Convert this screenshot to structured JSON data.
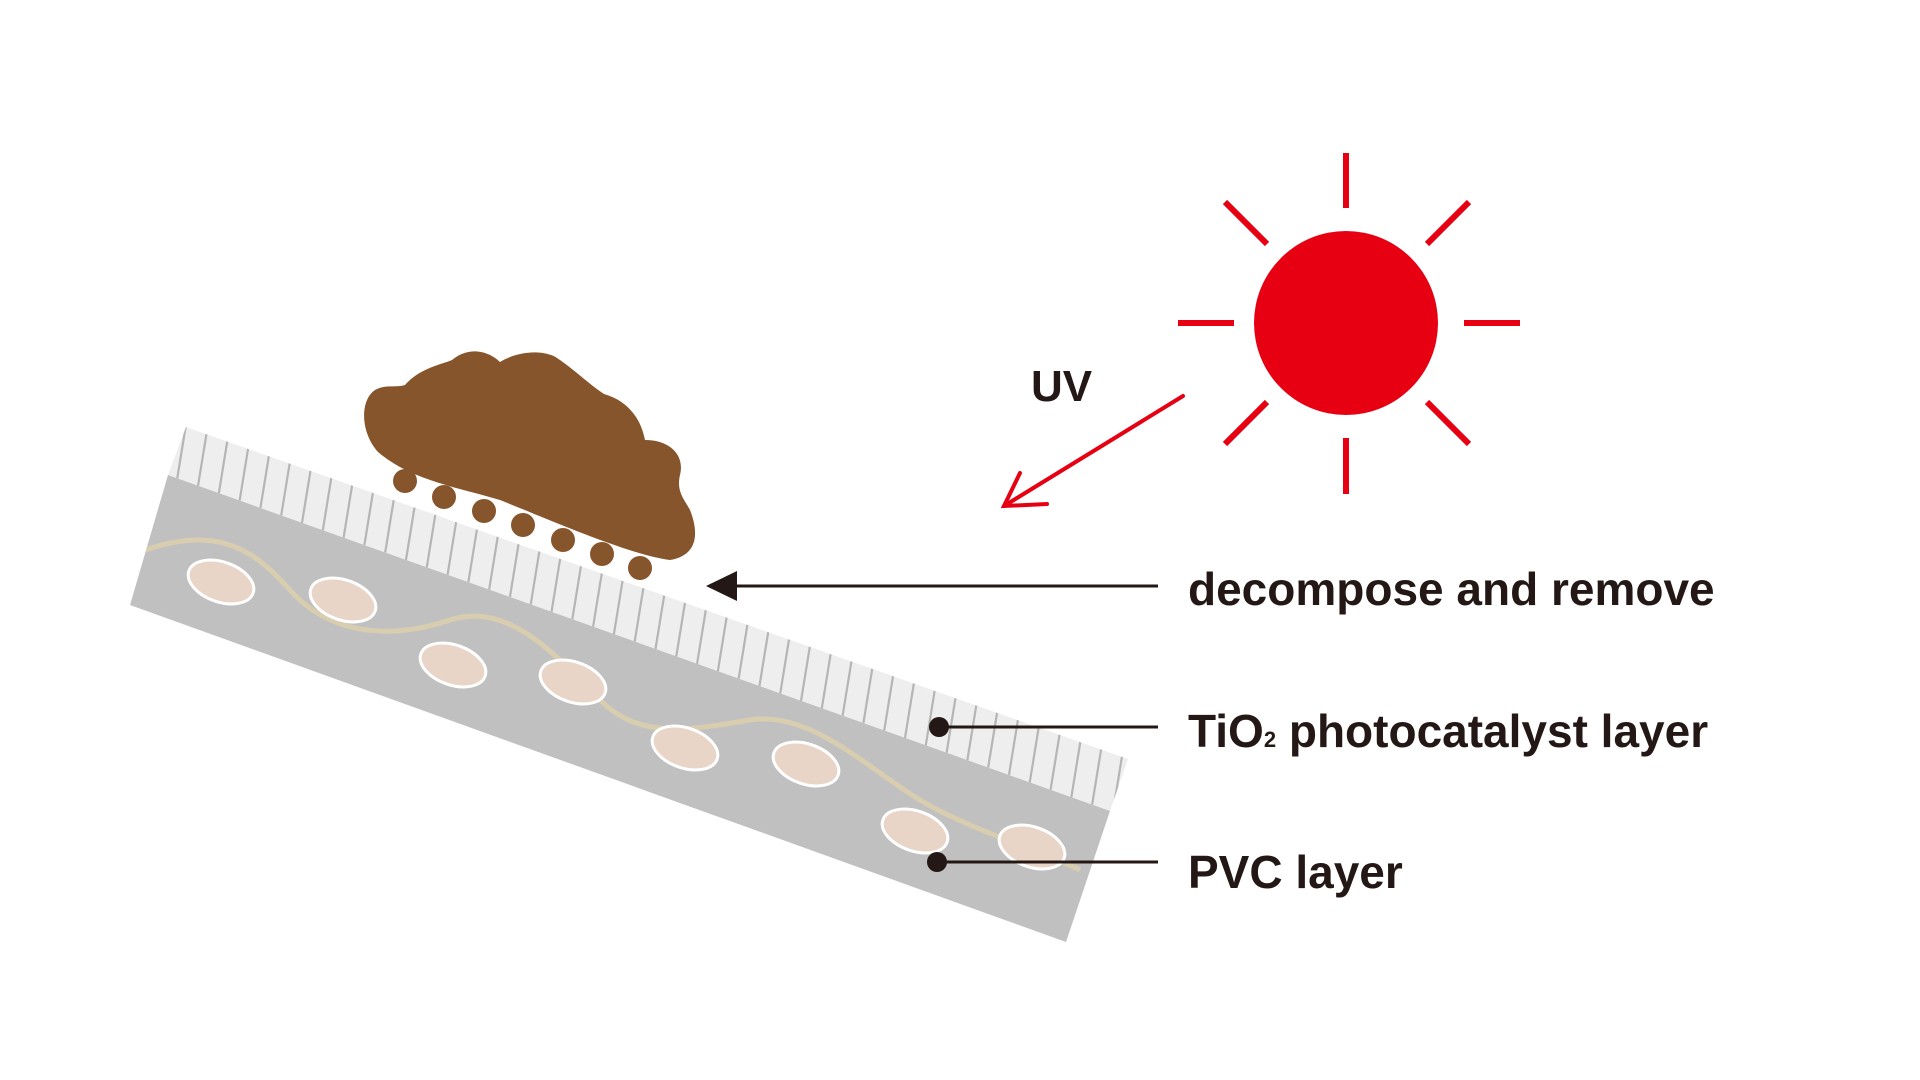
{
  "labels": {
    "uv": "UV",
    "decompose": "decompose and remove",
    "tio2_prefix": "TiO",
    "tio2_subscript": "2",
    "tio2_suffix": " photocatalyst layer",
    "pvc": "PVC layer"
  },
  "colors": {
    "sun": "#e60012",
    "dirt": "#87552c",
    "tio2_layer": "#eeeeef",
    "tio2_hatch": "#b5b5b6",
    "pvc_layer": "#c0c0c1",
    "fiber": "#d9cdb0",
    "pellet_fill": "#e8d5c8",
    "text": "#231815"
  },
  "icons": {
    "sun": "sun-icon",
    "uv_arrow": "uv-arrow-icon"
  }
}
